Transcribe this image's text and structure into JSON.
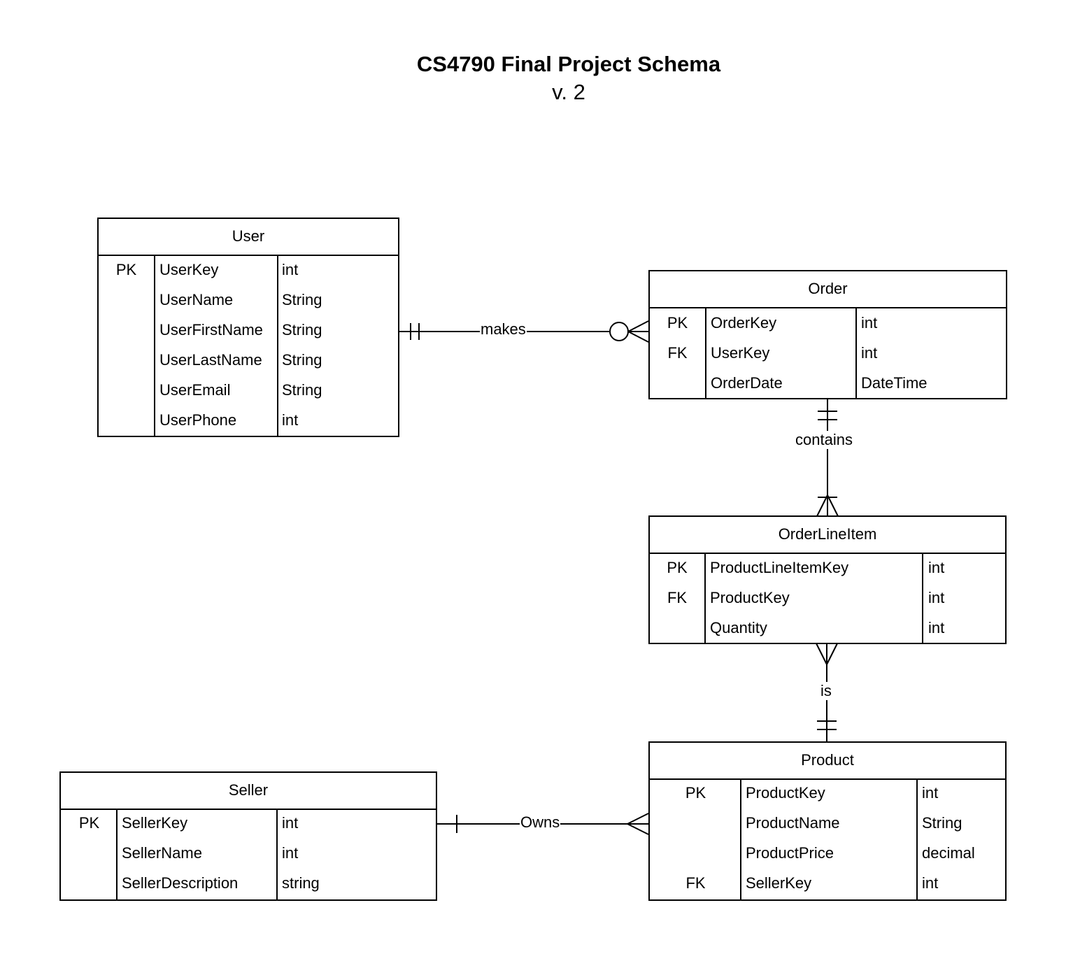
{
  "title": {
    "line1": "CS4790 Final Project Schema",
    "line2": "v. 2"
  },
  "entities": {
    "user": {
      "name": "User",
      "rows": [
        {
          "key": "PK",
          "field": "UserKey",
          "type": "int"
        },
        {
          "key": "",
          "field": "UserName",
          "type": "String"
        },
        {
          "key": "",
          "field": "UserFirstName",
          "type": "String"
        },
        {
          "key": "",
          "field": "UserLastName",
          "type": "String"
        },
        {
          "key": "",
          "field": "UserEmail",
          "type": "String"
        },
        {
          "key": "",
          "field": "UserPhone",
          "type": "int"
        }
      ]
    },
    "order": {
      "name": "Order",
      "rows": [
        {
          "key": "PK",
          "field": "OrderKey",
          "type": "int"
        },
        {
          "key": "FK",
          "field": "UserKey",
          "type": "int"
        },
        {
          "key": "",
          "field": "OrderDate",
          "type": "DateTime"
        }
      ]
    },
    "orderlineitem": {
      "name": "OrderLineItem",
      "rows": [
        {
          "key": "PK",
          "field": "ProductLineItemKey",
          "type": "int"
        },
        {
          "key": "FK",
          "field": "ProductKey",
          "type": "int"
        },
        {
          "key": "",
          "field": "Quantity",
          "type": "int"
        }
      ]
    },
    "product": {
      "name": "Product",
      "rows": [
        {
          "key": "PK",
          "field": "ProductKey",
          "type": "int"
        },
        {
          "key": "",
          "field": "ProductName",
          "type": "String"
        },
        {
          "key": "",
          "field": "ProductPrice",
          "type": "decimal"
        },
        {
          "key": "FK",
          "field": "SellerKey",
          "type": "int"
        }
      ]
    },
    "seller": {
      "name": "Seller",
      "rows": [
        {
          "key": "PK",
          "field": "SellerKey",
          "type": "int"
        },
        {
          "key": "",
          "field": "SellerName",
          "type": "int"
        },
        {
          "key": "",
          "field": "SellerDescription",
          "type": "string"
        }
      ]
    }
  },
  "relationships": {
    "makes": {
      "label": "makes",
      "from": "User",
      "to": "Order",
      "from_cardinality": "one-and-only-one",
      "to_cardinality": "zero-or-many"
    },
    "contains": {
      "label": "contains",
      "from": "Order",
      "to": "OrderLineItem",
      "from_cardinality": "one-and-only-one",
      "to_cardinality": "one-or-many"
    },
    "is": {
      "label": "is",
      "from": "OrderLineItem",
      "to": "Product",
      "from_cardinality": "many",
      "to_cardinality": "one-and-only-one"
    },
    "owns": {
      "label": "Owns",
      "from": "Seller",
      "to": "Product",
      "from_cardinality": "one",
      "to_cardinality": "many"
    }
  }
}
